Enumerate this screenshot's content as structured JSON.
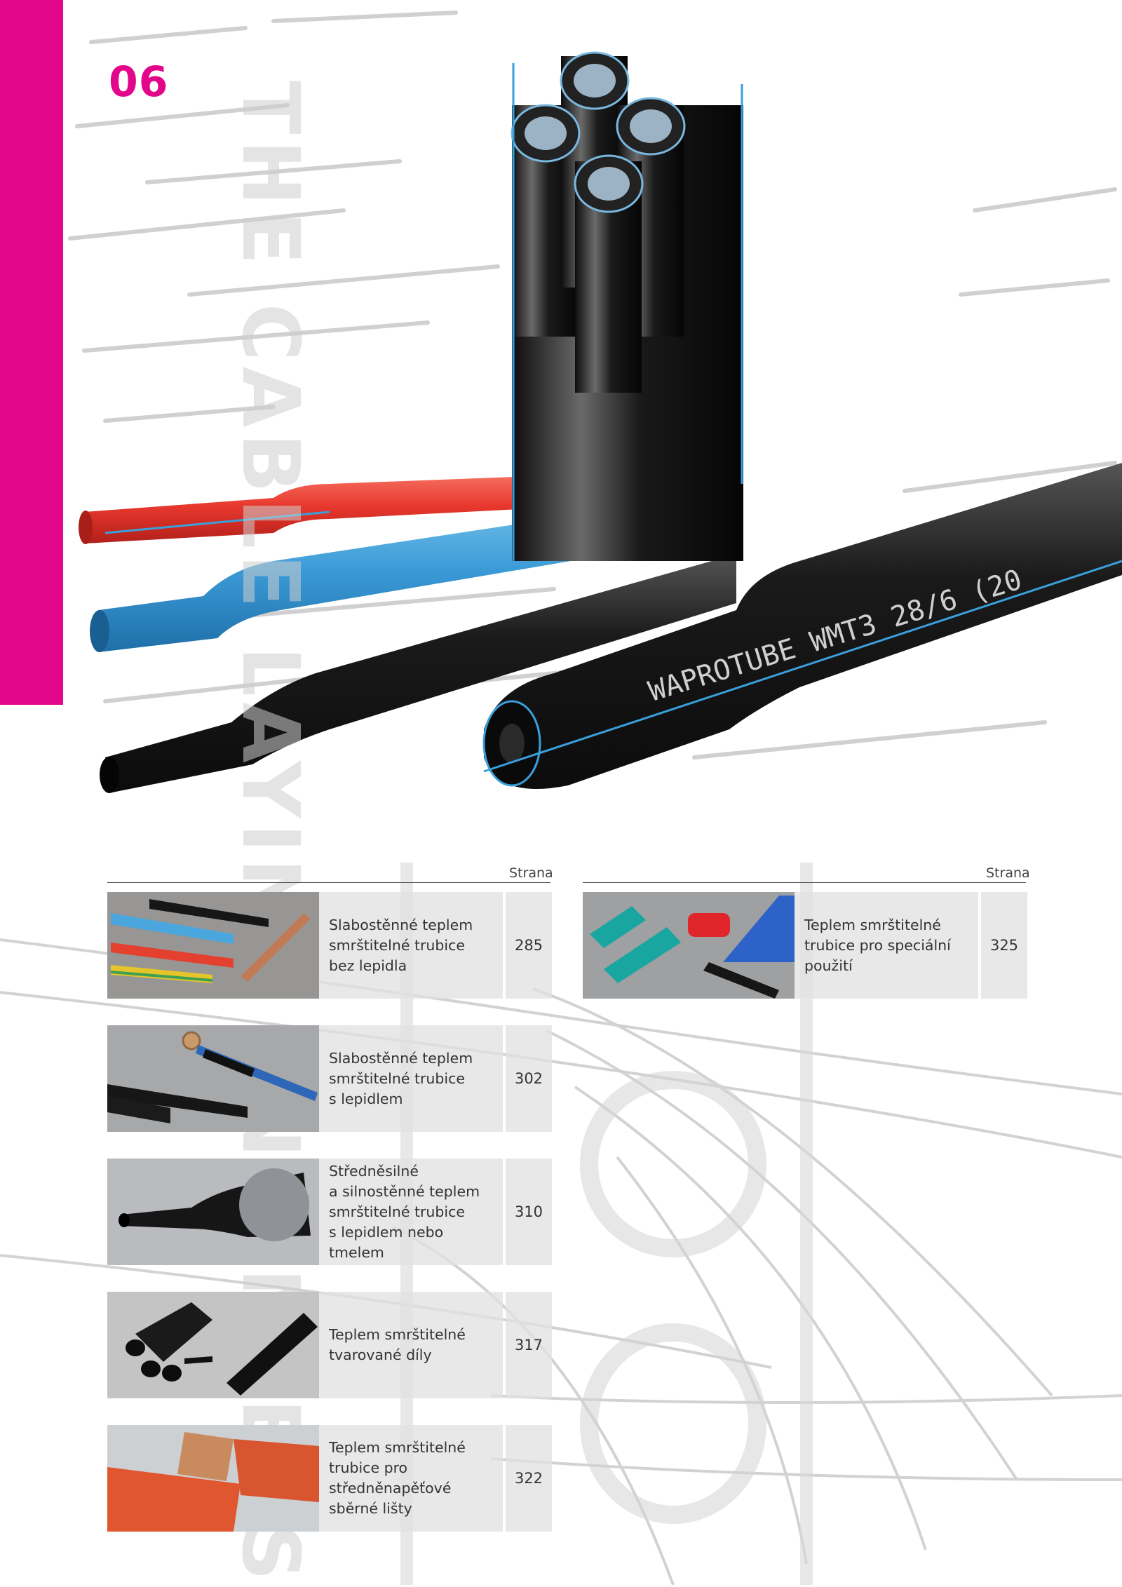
{
  "chapter": {
    "number": "06"
  },
  "watermark": {
    "text": "THE CABLE LAYING ENGINEERS"
  },
  "hero": {
    "tube_print": "WAPROTUBE WMT3 28/6 (20"
  },
  "column_left": {
    "header": "Strana",
    "entries": [
      {
        "title": "Slabostěnné teplem\nsmrštitelné trubice\nbez lepidla",
        "page": "285"
      },
      {
        "title": "Slabostěnné teplem\nsmrštitelné trubice\ns lepidlem",
        "page": "302"
      },
      {
        "title": "Středněsilné\na silnostěnné teplem\nsmrštitelné trubice\ns lepidlem nebo tmelem",
        "page": "310"
      },
      {
        "title": "Teplem smrštitelné\ntvarované díly",
        "page": "317"
      },
      {
        "title": "Teplem smrštitelné\ntrubice pro\nstředněnapěťové\nsběrné lišty",
        "page": "322"
      }
    ]
  },
  "column_right": {
    "header": "Strana",
    "entries": [
      {
        "title": "Teplem smrštitelné\ntrubice pro speciální\npoužití",
        "page": "325"
      }
    ]
  },
  "colors": {
    "accent": "#e2068a",
    "panel": "#e1e1e1",
    "tube_red": "#e8382e",
    "tube_blue": "#3aa0dc",
    "tube_black": "#1c1c1c"
  }
}
